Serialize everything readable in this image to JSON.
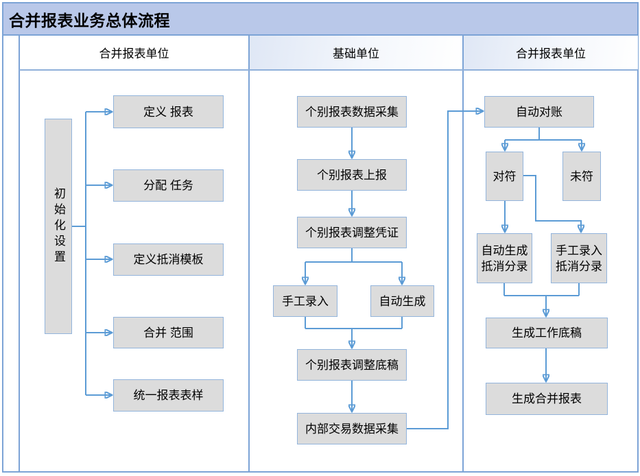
{
  "title": "合并报表业务总体流程",
  "lanes": [
    {
      "header": "合并报表单位"
    },
    {
      "header": "基础单位"
    },
    {
      "header": "合并报表单位"
    }
  ],
  "nodes": {
    "init_settings": {
      "label": "初始化设置"
    },
    "define_report": {
      "label": "定义 报表"
    },
    "assign_task": {
      "label": "分配 任务"
    },
    "define_elim_template": {
      "label": "定义抵消模板"
    },
    "consolidation_scope": {
      "label": "合并 范围"
    },
    "unified_report_format": {
      "label": "统一报表表样"
    },
    "individual_data_collect": {
      "label": "个别报表数据采集"
    },
    "individual_report_submit": {
      "label": "个别报表上报"
    },
    "individual_adjust_voucher": {
      "label": "个别报表调整凭证"
    },
    "manual_entry": {
      "label": "手工录入"
    },
    "auto_generate": {
      "label": "自动生成"
    },
    "individual_adjust_draft": {
      "label": "个别报表调整底稿"
    },
    "internal_trade_collect": {
      "label": "内部交易数据采集"
    },
    "auto_reconcile": {
      "label": "自动对账"
    },
    "matched": {
      "label": "对符"
    },
    "unmatched": {
      "label": "未符"
    },
    "auto_elim_entry": {
      "label": "自动生成抵消分录"
    },
    "manual_elim_entry": {
      "label": "手工录入抵消分录"
    },
    "gen_working_paper": {
      "label": "生成工作底稿"
    },
    "gen_consolidated_report": {
      "label": "生成合并报表"
    }
  },
  "colors": {
    "title_bg": "#b9c8e9",
    "frame_border": "#7ca3d6",
    "connector": "#5b9bd5",
    "node_fill": "#dcdcdc",
    "node_border": "#92b4dc",
    "header_gradient_start": "#dfe7f5"
  }
}
